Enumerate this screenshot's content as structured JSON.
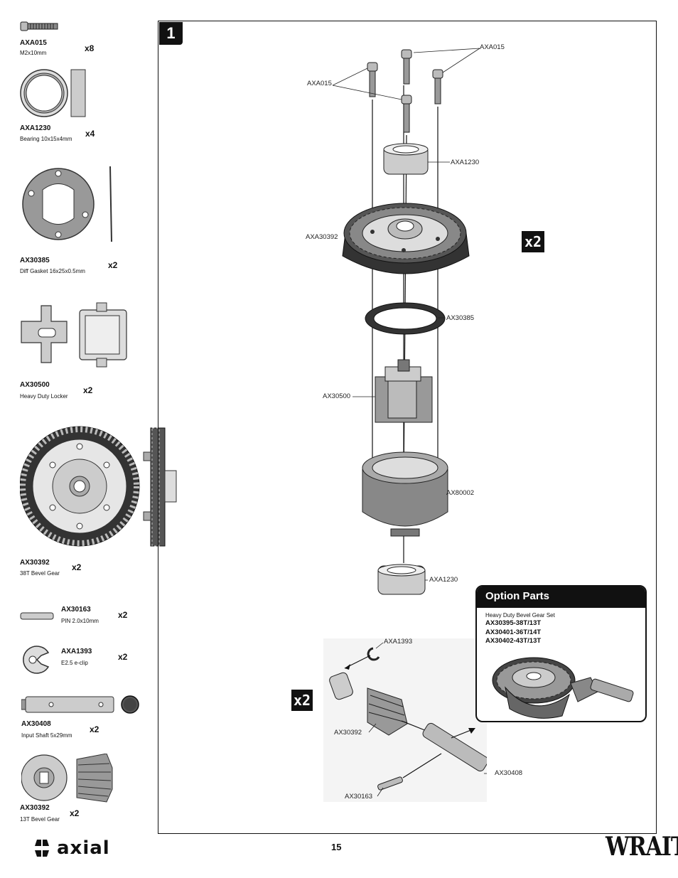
{
  "parts_list": [
    {
      "code": "AXA015",
      "desc": "M2x10mm",
      "qty": "x8"
    },
    {
      "code": "AXA1230",
      "desc": "Bearing 10x15x4mm",
      "qty": "x4"
    },
    {
      "code": "AX30385",
      "desc": "Diff Gasket 16x25x0.5mm",
      "qty": "x2"
    },
    {
      "code": "AX30500",
      "desc": "Heavy Duty Locker",
      "qty": "x2"
    },
    {
      "code": "AX30392",
      "desc": "38T Bevel Gear",
      "qty": "x2"
    },
    {
      "code": "AX30163",
      "desc": "PIN 2.0x10mm",
      "qty": "x2"
    },
    {
      "code": "AXA1393",
      "desc": "E2.5 e-clip",
      "qty": "x2"
    },
    {
      "code": "AX30408",
      "desc": "Input Shaft 5x29mm",
      "qty": "x2"
    },
    {
      "code": "AX30392",
      "desc": "13T Bevel Gear",
      "qty": "x2"
    }
  ],
  "step": {
    "number": "1"
  },
  "multipliers": {
    "diff": "x2",
    "pinion": "x2"
  },
  "callouts": {
    "axa015_right": "AXA015",
    "axa015_left": "AXA015",
    "axa1230_top": "AXA1230",
    "axa30392": "AXA30392",
    "ax30385": "AX30385",
    "ax30500": "AX30500",
    "ax80002": "AX80002",
    "axa1230_bottom": "AXA1230",
    "axa1393": "AXA1393",
    "ax30392": "AX30392",
    "ax30408": "AX30408",
    "ax30163": "AX30163"
  },
  "option_parts": {
    "title": "Option Parts",
    "subtitle": "Heavy Duty Bevel Gear Set",
    "items": [
      "AX30395-38T/13T",
      "AX30401-36T/14T",
      "AX30402-43T/13T"
    ]
  },
  "footer": {
    "page_number": "15",
    "brand_left": "axial",
    "brand_right": "WRAITH"
  }
}
